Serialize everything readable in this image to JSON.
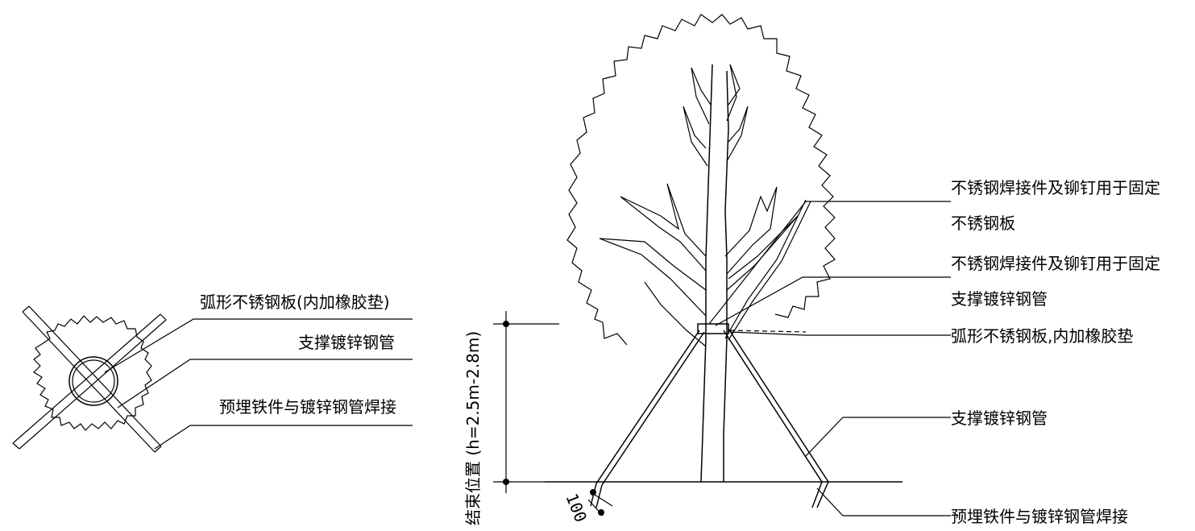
{
  "plan_view": {
    "labels": {
      "plate": "弧形不锈钢板(内加橡胶垫)",
      "pipe": "支撑镀锌钢管",
      "embed": "预埋铁件与镀锌钢管焊接"
    }
  },
  "elevation": {
    "labels": {
      "weld_plate_1": "不锈钢焊接件及铆钉用于固定",
      "weld_plate_2": "不锈钢板",
      "weld_pipe_1": "不锈钢焊接件及铆钉用于固定",
      "weld_pipe_2": "支撑镀锌钢管",
      "arc_plate": "弧形不锈钢板,内加橡胶垫",
      "pipe": "支撑镀锌钢管",
      "embed": "预埋铁件与镀锌钢管焊接"
    },
    "height_dimension": "结束位置 (h=2.5m-2.8m)",
    "spacing_dimension": "100"
  },
  "colors": {
    "line": "#000000",
    "background": "#ffffff"
  }
}
